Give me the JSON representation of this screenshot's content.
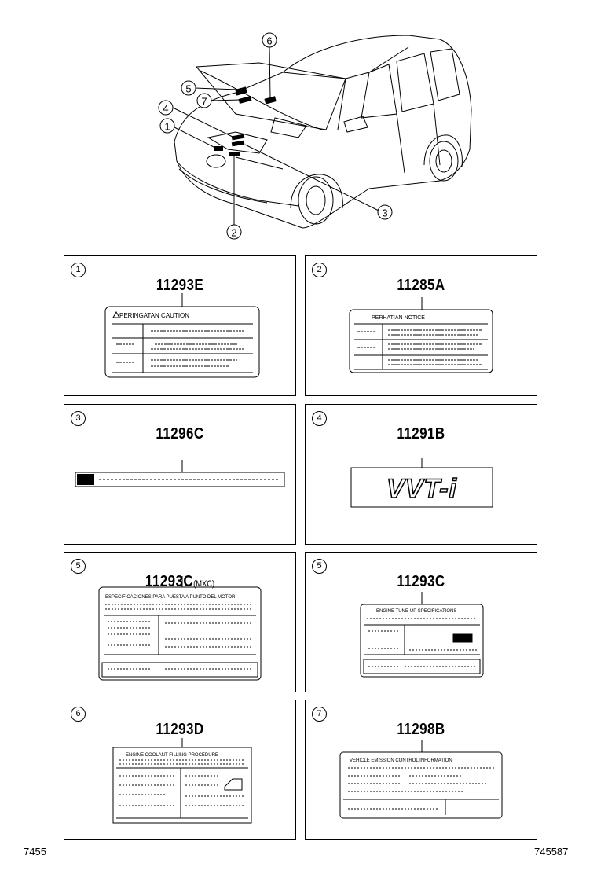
{
  "callouts": [
    "6",
    "5",
    "7",
    "4",
    "1",
    "3",
    "2"
  ],
  "panels": [
    {
      "num": "1",
      "code": "11293E",
      "suffix": "",
      "label_title": "PERINGATAN  CAUTION"
    },
    {
      "num": "2",
      "code": "11285A",
      "suffix": "",
      "label_title": "PERHATIAN  NOTICE"
    },
    {
      "num": "3",
      "code": "11296C",
      "suffix": "",
      "label_title": ""
    },
    {
      "num": "4",
      "code": "11291B",
      "suffix": "",
      "label_title": "VVT-i"
    },
    {
      "num": "5",
      "code": "11293C",
      "suffix": "(MXC)",
      "label_title": "ESPECIFICACIONES PARA PUESTA A PUNTO DEL MOTOR"
    },
    {
      "num": "5",
      "code": "11293C",
      "suffix": "",
      "label_title": "ENGINE TUNE-UP SPECIFICATIONS"
    },
    {
      "num": "6",
      "code": "11293D",
      "suffix": "",
      "label_title": "ENGINE COOLANT FILLING PROCEDURE"
    },
    {
      "num": "7",
      "code": "11298B",
      "suffix": "",
      "label_title": "VEHICLE EMISSION CONTROL INFORMATION"
    }
  ],
  "footer": {
    "left": "7455",
    "right": "745587"
  }
}
